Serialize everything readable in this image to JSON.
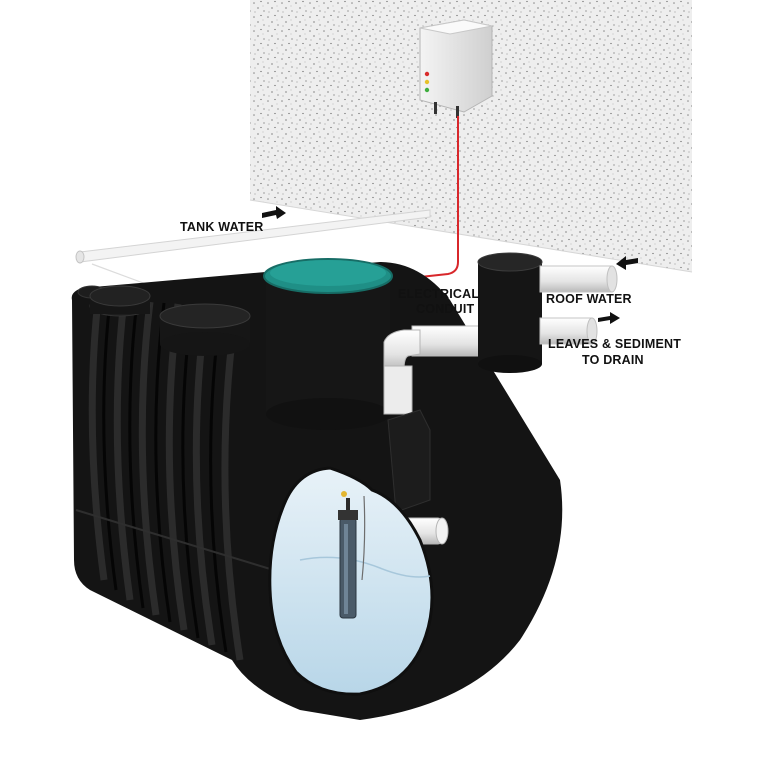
{
  "labels": {
    "tank_water": "TANK WATER",
    "electrical_line1": "ELECTRICAL",
    "electrical_line2": "CONDUIT",
    "roof_water": "ROOF WATER",
    "leaves_line1": "LEAVES & SEDIMENT",
    "leaves_line2": "TO DRAIN"
  },
  "colors": {
    "tank": "#141414",
    "lid": "#1f8f86",
    "water": "#cfe3ef",
    "conduit": "#d8272b",
    "pipe": "#e9e9e9",
    "wall": "#ededed"
  }
}
